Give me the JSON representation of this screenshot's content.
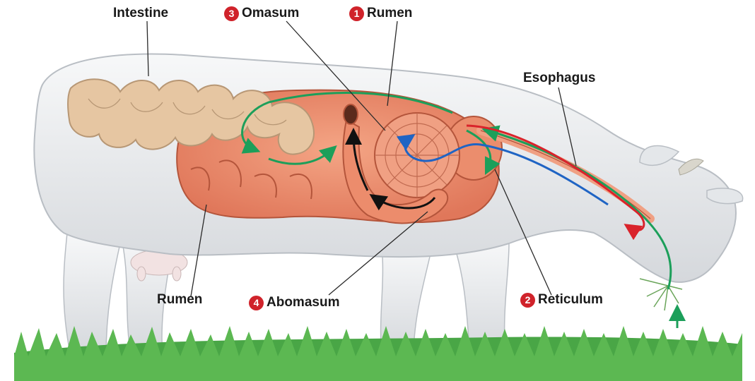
{
  "labels": {
    "intestine": {
      "text": "Intestine"
    },
    "omasum": {
      "number": "3",
      "text": "Omasum"
    },
    "rumen_top": {
      "number": "1",
      "text": "Rumen"
    },
    "esophagus": {
      "text": "Esophagus"
    },
    "rumen_bottom": {
      "text": "Rumen"
    },
    "abomasum": {
      "number": "4",
      "text": "Abomasum"
    },
    "reticulum": {
      "number": "2",
      "text": "Reticulum"
    }
  },
  "colors": {
    "badge": "#d0232b",
    "stomach": "#ec8c6c",
    "intestine": "#e6c6a2",
    "green_arrow": "#1c9f5a",
    "blue_arrow": "#1f64c4",
    "red_arrow": "#d9232b",
    "grass": "#3f9f3c",
    "cow": "#eef0f2"
  }
}
